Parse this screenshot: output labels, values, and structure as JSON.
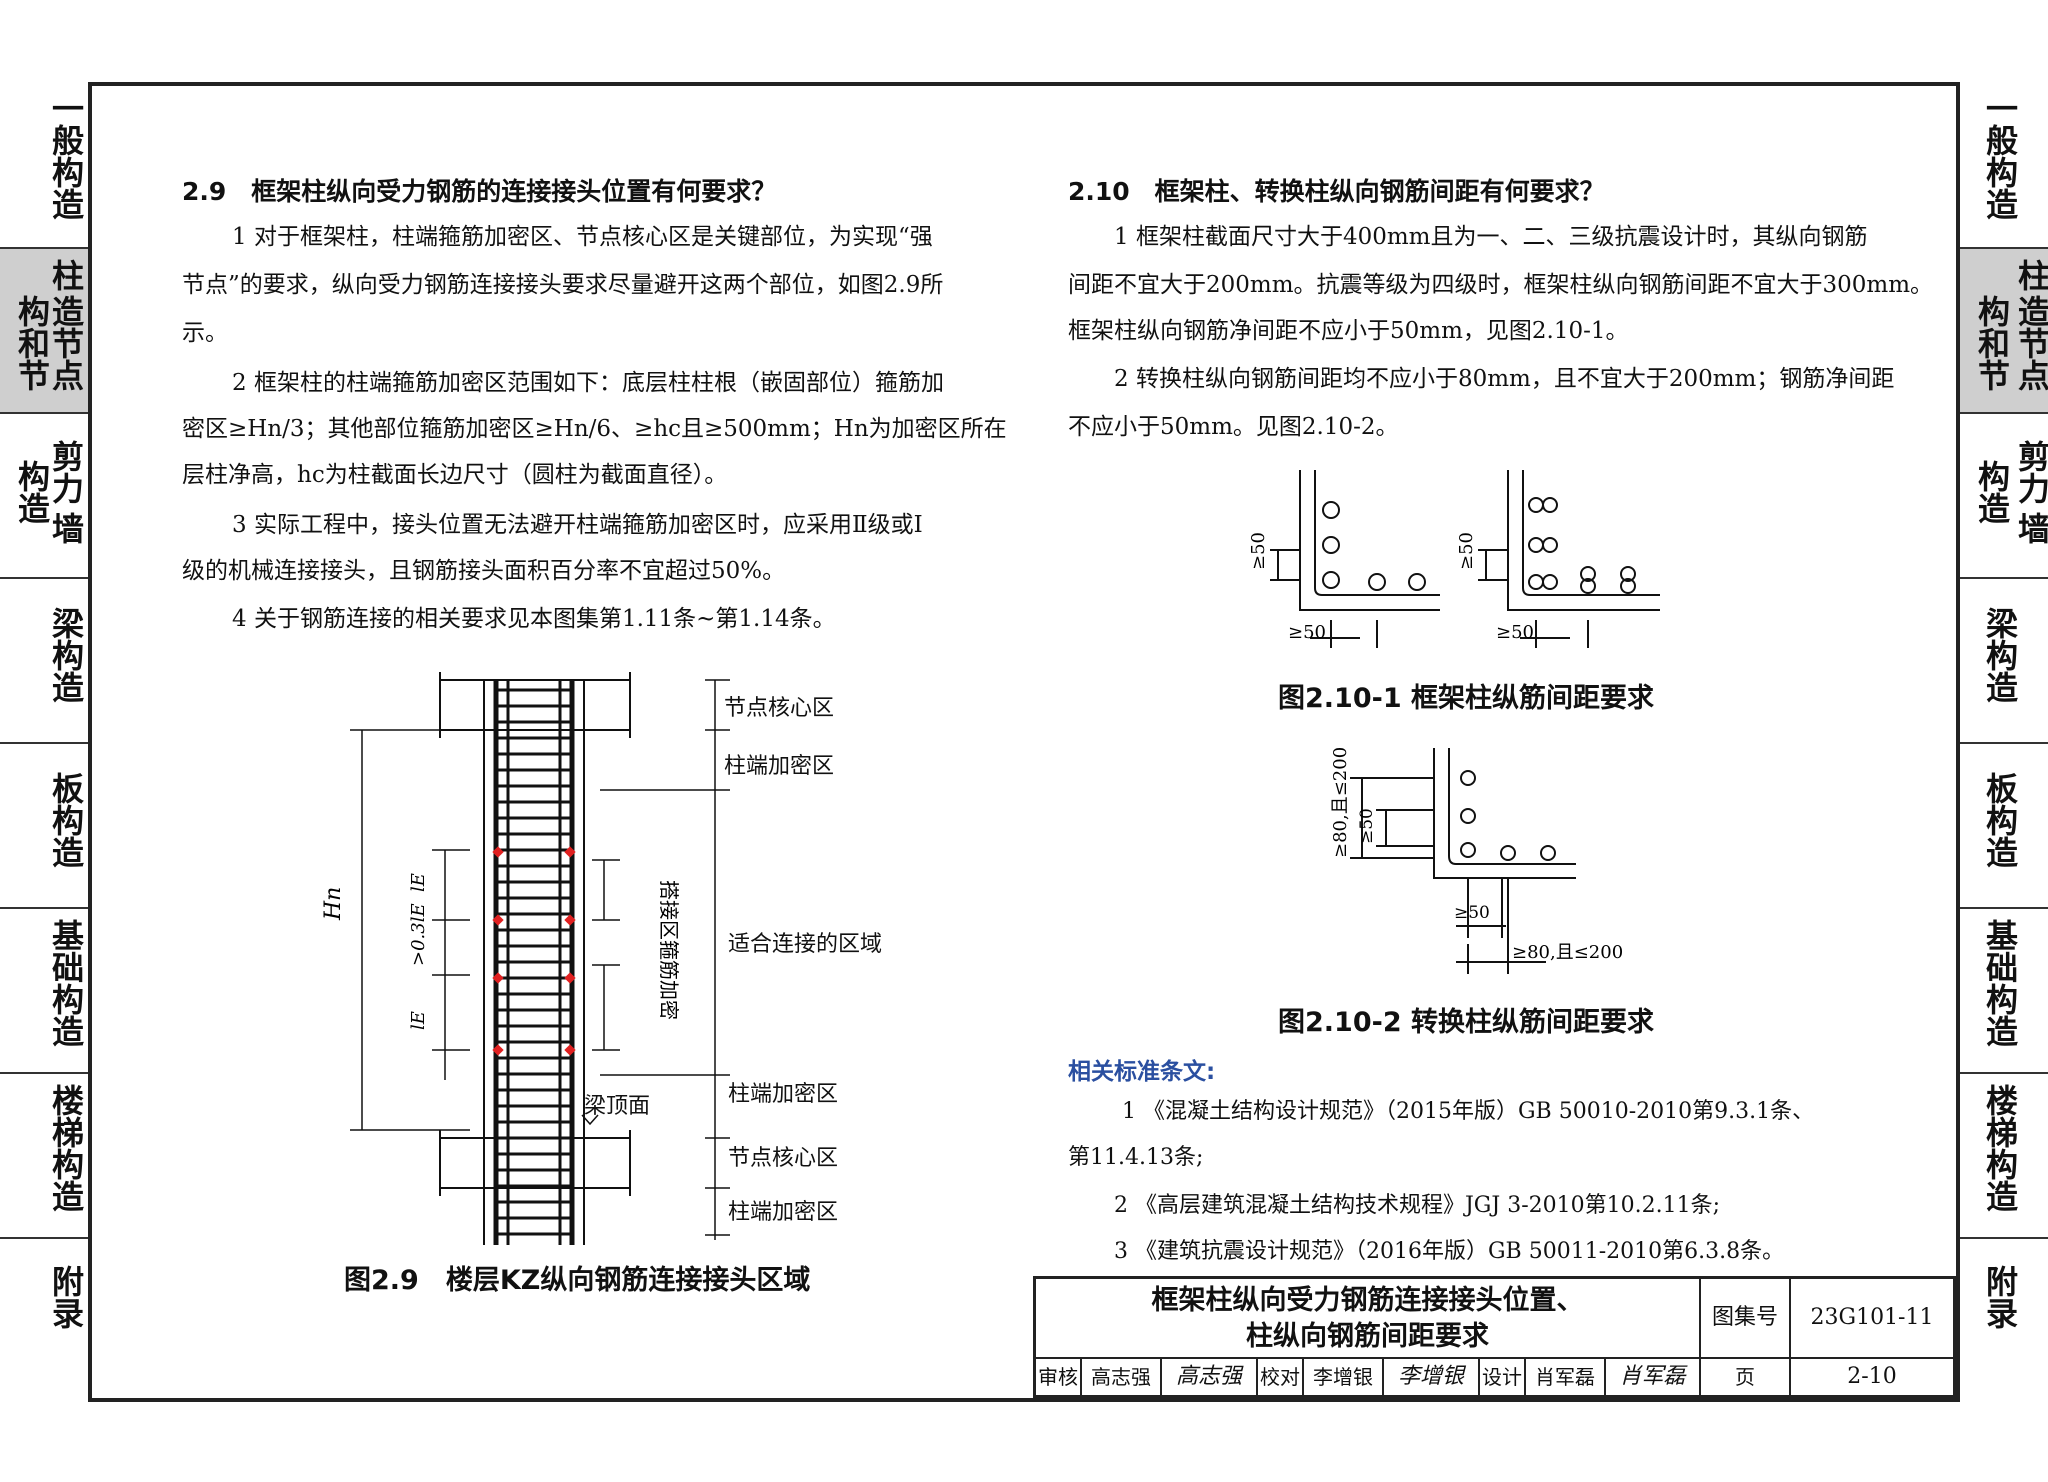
{
  "side_tabs": [
    {
      "lines": [
        "一般",
        "构造"
      ],
      "active": false
    },
    {
      "lines": [
        "柱和",
        "节点",
        "构造"
      ],
      "active": true
    },
    {
      "lines": [
        "剪力",
        "墙",
        "构造"
      ],
      "active": false
    },
    {
      "lines": [
        "梁构造"
      ],
      "active": false
    },
    {
      "lines": [
        "板构造"
      ],
      "active": false
    },
    {
      "lines": [
        "基础",
        "构造"
      ],
      "active": false
    },
    {
      "lines": [
        "楼梯",
        "构造"
      ],
      "active": false
    },
    {
      "lines": [
        "附录"
      ],
      "active": false
    }
  ],
  "tabs_text": {
    "t1a": "一般构造",
    "t2a": "柱",
    "t2b": "构和节",
    "t2c": "造节点",
    "t3a": "剪力",
    "t3b": "构造",
    "t3c": "墙",
    "t4": "梁构造",
    "t5": "板构造",
    "t6": "基础构造",
    "t7": "楼梯构造",
    "t8": "附录"
  },
  "left": {
    "heading": "2.9　框架柱纵向受力钢筋的连接接头位置有何要求？",
    "p1_l1": "1 对于框架柱，柱端箍筋加密区、节点核心区是关键部位，为实现“强",
    "p1_l2": "节点”的要求，纵向受力钢筋连接接头要求尽量避开这两个部位，如图2.9所",
    "p1_l3": "示。",
    "p2_l1": "2 框架柱的柱端箍筋加密区范围如下：底层柱柱根（嵌固部位）箍筋加",
    "p2_l2": "密区≥Hn/3；其他部位箍筋加密区≥Hn/6、≥hc且≥500mm；Hn为加密区所在",
    "p2_l3": "层柱净高，hc为柱截面长边尺寸（圆柱为截面直径）。",
    "p3_l1": "3 实际工程中，接头位置无法避开柱端箍筋加密区时，应采用Ⅱ级或Ⅰ",
    "p3_l2": "级的机械连接接头，且钢筋接头面积百分率不宜超过50%。",
    "p4_l1": "4 关于钢筋连接的相关要求见本图集第1.11条~第1.14条。",
    "fig_labels": {
      "node_core_top": "节点核心区",
      "dense_top": "柱端加密区",
      "suitable": "适合连接的区域",
      "dense_bottom": "柱端加密区",
      "beam_top": "梁顶面",
      "node_core_bottom": "节点核心区",
      "dense_bottom2": "柱端加密区",
      "hn": "Hn",
      "le_top": "lE",
      "gap": ">0.3lE",
      "le_bot": "lE",
      "splice": "搭接区箍筋加密"
    },
    "caption": "图2.9　楼层KZ纵向钢筋连接接头区域"
  },
  "right": {
    "heading": "2.10　框架柱、转换柱纵向钢筋间距有何要求？",
    "p1_l1": "1 框架柱截面尺寸大于400mm且为一、二、三级抗震设计时，其纵向钢筋",
    "p1_l2": "间距不宜大于200mm。抗震等级为四级时，框架柱纵向钢筋间距不宜大于300mm。",
    "p1_l3": "框架柱纵向钢筋净间距不应小于50mm，见图2.10-1。",
    "p2_l1": "2 转换柱纵向钢筋间距均不应小于80mm，且不宜大于200mm；钢筋净间距",
    "p2_l2": "不应小于50mm。见图2.10-2。",
    "fig1_labels": {
      "v1": "≥50",
      "h1": "≥50",
      "v2": "≥50",
      "h2": "≥50"
    },
    "caption1": "图2.10-1 框架柱纵筋间距要求",
    "fig2_labels": {
      "v_outer": "≥80,且≤200",
      "v_inner": "≥50",
      "h_inner": "≥50",
      "h_outer": "≥80,且≤200"
    },
    "caption2": "图2.10-2 转换柱纵筋间距要求",
    "related_heading": "相关标准条文:",
    "r1_l1": "1 《混凝土结构设计规范》（2015年版）GB 50010-2010第9.3.1条、",
    "r1_l2": "第11.4.13条;",
    "r2": "2 《高层建筑混凝土结构技术规程》JGJ 3-2010第10.2.11条;",
    "r3": "3 《建筑抗震设计规范》（2016年版）GB 50011-2010第6.3.8条。"
  },
  "title_block": {
    "title_l1": "框架柱纵向受力钢筋连接接头位置、",
    "title_l2": "柱纵向钢筋间距要求",
    "atlas_label": "图集号",
    "atlas_value": "23G101-11",
    "review_label": "审核",
    "review_name": "高志强",
    "review_sign": "高志强",
    "check_label": "校对",
    "check_name": "李增银",
    "check_sign": "李增银",
    "design_label": "设计",
    "design_name": "肖军磊",
    "design_sign": "肖军磊",
    "page_label": "页",
    "page_value": "2-10"
  }
}
